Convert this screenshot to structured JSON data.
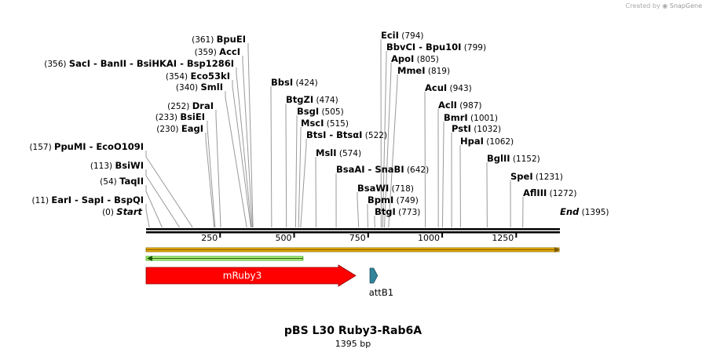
{
  "header": {
    "created_by": "Created by",
    "brand": "SnapGene"
  },
  "map": {
    "plasmid_name": "pBS L30 Ruby3-Rab6A",
    "length_label": "1395 bp",
    "total_bp": 1395,
    "axis_ticks": [
      250,
      500,
      750,
      1000,
      1250
    ],
    "sites": [
      {
        "pos": 0,
        "labels": [
          "Start"
        ],
        "italic": true,
        "label_pos": "(0)"
      },
      {
        "pos": 11,
        "labels": [
          "EarI",
          "SapI",
          "BspQI"
        ],
        "label_pos": "(11)"
      },
      {
        "pos": 54,
        "labels": [
          "TaqII"
        ],
        "label_pos": "(54)"
      },
      {
        "pos": 113,
        "labels": [
          "BsiWI"
        ],
        "label_pos": "(113)"
      },
      {
        "pos": 157,
        "labels": [
          "PpuMI",
          "EcoO109I"
        ],
        "label_pos": "(157)"
      },
      {
        "pos": 230,
        "labels": [
          "EagI"
        ],
        "label_pos": "(230)"
      },
      {
        "pos": 233,
        "labels": [
          "BsiEI"
        ],
        "label_pos": "(233)"
      },
      {
        "pos": 252,
        "labels": [
          "DraI"
        ],
        "label_pos": "(252)"
      },
      {
        "pos": 340,
        "labels": [
          "SmlI"
        ],
        "label_pos": "(340)"
      },
      {
        "pos": 354,
        "labels": [
          "Eco53kI"
        ],
        "label_pos": "(354)"
      },
      {
        "pos": 356,
        "labels": [
          "SacI",
          "BanII",
          "BsiHKAI",
          "Bsp1286I"
        ],
        "label_pos": "(356)"
      },
      {
        "pos": 359,
        "labels": [
          "AccI"
        ],
        "label_pos": "(359)"
      },
      {
        "pos": 361,
        "labels": [
          "BpuEI"
        ],
        "label_pos": "(361)"
      },
      {
        "pos": 424,
        "labels": [
          "BbsI"
        ],
        "label_pos": "(424)"
      },
      {
        "pos": 474,
        "labels": [
          "BtgZI"
        ],
        "label_pos": "(474)"
      },
      {
        "pos": 505,
        "labels": [
          "BsgI"
        ],
        "label_pos": "(505)"
      },
      {
        "pos": 515,
        "labels": [
          "MscI"
        ],
        "label_pos": "(515)"
      },
      {
        "pos": 522,
        "labels": [
          "BtsI",
          "BtsαI"
        ],
        "label_pos": "(522)"
      },
      {
        "pos": 574,
        "labels": [
          "MslI"
        ],
        "label_pos": "(574)"
      },
      {
        "pos": 642,
        "labels": [
          "BsaAI",
          "SnaBI"
        ],
        "label_pos": "(642)"
      },
      {
        "pos": 718,
        "labels": [
          "BsaWI"
        ],
        "label_pos": "(718)"
      },
      {
        "pos": 749,
        "labels": [
          "BpmI"
        ],
        "label_pos": "(749)"
      },
      {
        "pos": 773,
        "labels": [
          "BtgI"
        ],
        "label_pos": "(773)"
      },
      {
        "pos": 794,
        "labels": [
          "EciI"
        ],
        "label_pos": "(794)"
      },
      {
        "pos": 799,
        "labels": [
          "BbvCI",
          "Bpu10I"
        ],
        "label_pos": "(799)"
      },
      {
        "pos": 805,
        "labels": [
          "ApoI"
        ],
        "label_pos": "(805)"
      },
      {
        "pos": 819,
        "labels": [
          "MmeI"
        ],
        "label_pos": "(819)"
      },
      {
        "pos": 943,
        "labels": [
          "AcuI"
        ],
        "label_pos": "(943)"
      },
      {
        "pos": 987,
        "labels": [
          "AclI"
        ],
        "label_pos": "(987)"
      },
      {
        "pos": 1001,
        "labels": [
          "BmrI"
        ],
        "label_pos": "(1001)"
      },
      {
        "pos": 1032,
        "labels": [
          "PstI"
        ],
        "label_pos": "(1032)"
      },
      {
        "pos": 1062,
        "labels": [
          "HpaI"
        ],
        "label_pos": "(1062)"
      },
      {
        "pos": 1152,
        "labels": [
          "BglII"
        ],
        "label_pos": "(1152)"
      },
      {
        "pos": 1231,
        "labels": [
          "SpeI"
        ],
        "label_pos": "(1231)"
      },
      {
        "pos": 1272,
        "labels": [
          "AflIII"
        ],
        "label_pos": "(1272)"
      },
      {
        "pos": 1395,
        "labels": [
          "End"
        ],
        "italic": true,
        "label_pos": "(1395)"
      }
    ],
    "features": [
      {
        "name": "mRuby3",
        "type": "cds",
        "start": 0,
        "end": 708,
        "color": "#ff0000",
        "label_color": "#ffffff"
      },
      {
        "name": "attB1",
        "type": "misc",
        "start": 756,
        "end": 779,
        "color": "#31849b"
      }
    ],
    "orange_bar_color": "#f0b000",
    "green_arrow_color": "#2fa800"
  }
}
